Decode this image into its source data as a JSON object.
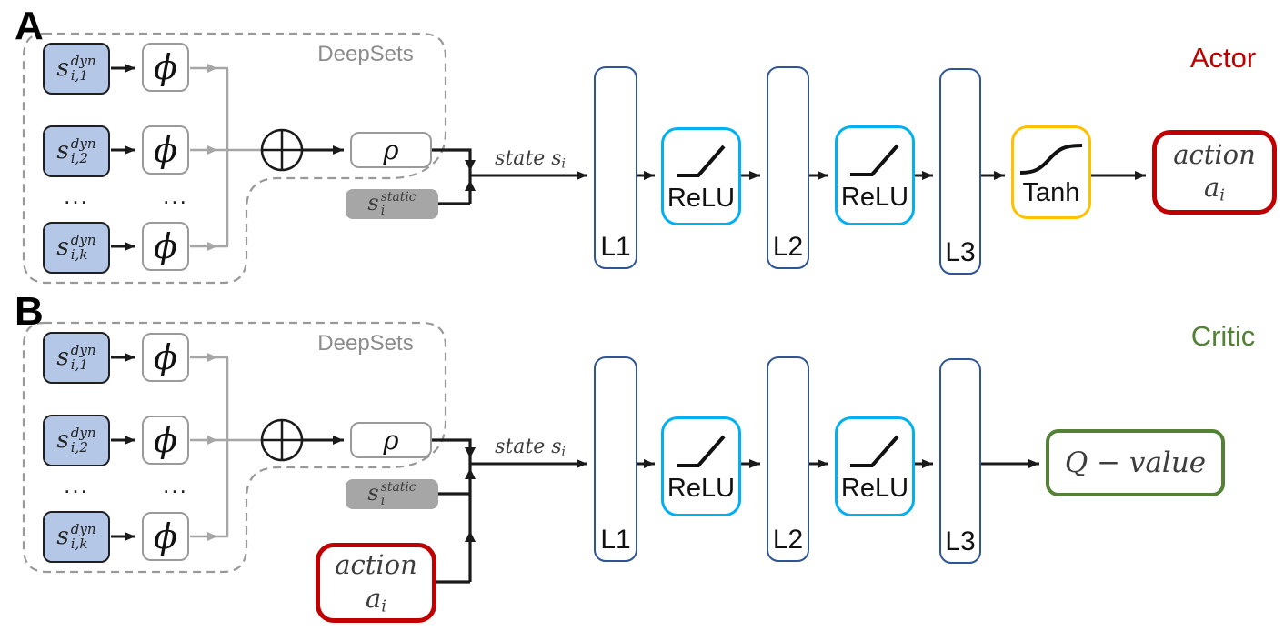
{
  "panels": {
    "a": {
      "label": "A",
      "role": "Actor"
    },
    "b": {
      "label": "B",
      "role": "Critic"
    }
  },
  "deepsets": {
    "label": "DeepSets",
    "inputs": [
      {
        "base": "s",
        "sup": "dyn",
        "sub": "i,1"
      },
      {
        "base": "s",
        "sup": "dyn",
        "sub": "i,2"
      },
      {
        "base": "s",
        "sup": "dyn",
        "sub": "i,k"
      }
    ],
    "ellipsis": "...",
    "phi": "ϕ",
    "rho": "ρ"
  },
  "static_input": {
    "base": "s",
    "sup": "static",
    "sub": "i"
  },
  "state_label": {
    "text": "state s",
    "sub": "i"
  },
  "network": {
    "l1": "L1",
    "l2": "L2",
    "l3": "L3",
    "relu": "ReLU",
    "tanh": "Tanh"
  },
  "action": {
    "word": "action",
    "base": "a",
    "sub": "i"
  },
  "q_value": {
    "text": "Q − value"
  },
  "icons": {
    "sum": "⊕ circled plus",
    "relu": "piecewise-linear curve",
    "tanh": "s-curve"
  },
  "colors": {
    "actor": "#c00000",
    "critic": "#538135",
    "relu_border": "#00b0f0",
    "tanh_border": "#ffc000",
    "layer_border": "#2f5597",
    "action_border": "#c00000",
    "q_border": "#538135",
    "input_fill": "#b4c7e7",
    "static_fill": "#a6a6a6",
    "wire_gray": "#a6a6a6",
    "wire_black": "#1a1a1a",
    "dash_gray": "#999999"
  }
}
